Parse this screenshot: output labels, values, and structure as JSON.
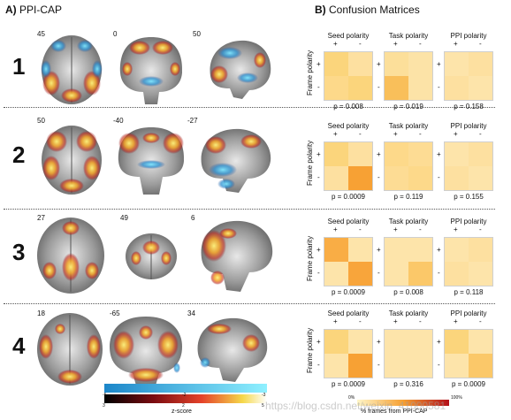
{
  "panel_a": {
    "letter": "A)",
    "title": "PPI-CAP"
  },
  "panel_b": {
    "letter": "B)",
    "title": "Confusion Matrices"
  },
  "rows": [
    {
      "number": "1",
      "slices": [
        "45",
        "0",
        "50"
      ],
      "pvals": [
        "p = 0.008",
        "p = 0.019",
        "p = 0.158"
      ],
      "cells": [
        [
          "#fbd57c",
          "#fde0a0",
          "#fdd98a",
          "#fbd57c"
        ],
        [
          "#fcdf9a",
          "#fce3a7",
          "#f9bf5a",
          "#fce3a7"
        ],
        [
          "#fde4aa",
          "#fde0a0",
          "#fde0a0",
          "#fde4aa"
        ]
      ]
    },
    {
      "number": "2",
      "slices": [
        "50",
        "-40",
        "-27"
      ],
      "pvals": [
        "p = 0.0009",
        "p = 0.119",
        "p = 0.155"
      ],
      "cells": [
        [
          "#fbd57c",
          "#fde0a0",
          "#fde0a0",
          "#f7a134"
        ],
        [
          "#fdd98a",
          "#fddc94",
          "#fddc94",
          "#fdd98a"
        ],
        [
          "#fde4aa",
          "#fde0a0",
          "#fde0a0",
          "#fde4aa"
        ]
      ]
    },
    {
      "number": "3",
      "slices": [
        "27",
        "49",
        "6"
      ],
      "pvals": [
        "p = 0.0009",
        "p = 0.008",
        "p = 0.118"
      ],
      "cells": [
        [
          "#f9ad45",
          "#fde4aa",
          "#fde4aa",
          "#f8a53b"
        ],
        [
          "#fde4aa",
          "#fde4aa",
          "#fde4aa",
          "#fbc869"
        ],
        [
          "#fde4aa",
          "#fde0a0",
          "#fde0a0",
          "#fde4aa"
        ]
      ]
    },
    {
      "number": "4",
      "slices": [
        "18",
        "-65",
        "34"
      ],
      "pvals": [
        "p = 0.0009",
        "p = 0.316",
        "p = 0.0009"
      ],
      "cells": [
        [
          "#fbd57c",
          "#fde4aa",
          "#fde4aa",
          "#f7a134"
        ],
        [
          "#fde4aa",
          "#fde4aa",
          "#fde4aa",
          "#fde4aa"
        ],
        [
          "#fbd57c",
          "#fde4aa",
          "#fde4aa",
          "#fbc869"
        ]
      ]
    }
  ],
  "matrix_labels": {
    "seed": "Seed polarity",
    "task": "Task polarity",
    "ppi": "PPI polarity",
    "frame": "Frame polarity",
    "plus": "+",
    "minus": "-"
  },
  "colorbar": {
    "label": "z-score",
    "neg_ticks": [
      "-5",
      "-2",
      "-3"
    ],
    "pos_ticks": [
      "3",
      "2",
      "5"
    ],
    "pct_min": "0%",
    "pct_max": "100%",
    "pct_label": "% frames from PPI-CAP"
  },
  "watermark": "https://blog.csdn.net/weixin_41000581",
  "colors": {
    "hot_low": "#f5d84a",
    "hot_mid": "#e5432a",
    "hot_high": "#7a0b10",
    "cold": "#3aa4d8"
  }
}
